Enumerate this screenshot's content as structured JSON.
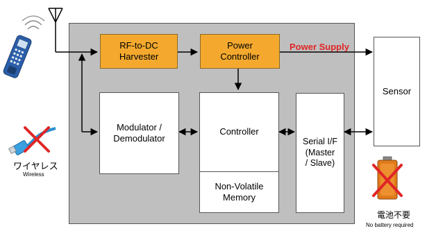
{
  "blocks": {
    "rf_harvester": "RF-to-DC\nHarvester",
    "power_controller": "Power\nController",
    "modulator": "Modulator /\nDemodulator",
    "controller": "Controller",
    "nv_memory": "Non-Volatile\nMemory",
    "serial": "Serial I/F\n(Master\n/ Slave)",
    "sensor": "Sensor"
  },
  "labels": {
    "power_supply": "Power Supply",
    "wireless_jp": "ワイヤレス",
    "wireless_en": "Wireless",
    "no_battery_jp": "電池不要",
    "no_battery_en": "No battery required"
  },
  "colors": {
    "chip_box": "#f4a92e",
    "panel": "#bfbfbf",
    "power_supply": "#e02626",
    "cross": "#e02626"
  },
  "icons": [
    "antenna-icon",
    "handheld-reader-icon",
    "wired-cable-icon",
    "battery-icon",
    "red-cross-icon"
  ]
}
